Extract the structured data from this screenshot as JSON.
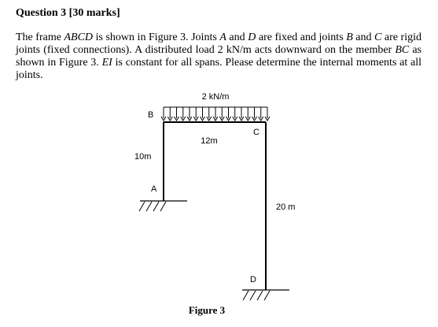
{
  "question": {
    "heading": "Question 3 [30 marks]",
    "text_parts": [
      {
        "t": "The frame ",
        "i": false
      },
      {
        "t": "ABCD",
        "i": true
      },
      {
        "t": " is shown in Figure 3. Joints ",
        "i": false
      },
      {
        "t": "A",
        "i": true
      },
      {
        "t": " and ",
        "i": false
      },
      {
        "t": "D",
        "i": true
      },
      {
        "t": " are fixed and joints ",
        "i": false
      },
      {
        "t": "B",
        "i": true
      },
      {
        "t": " and ",
        "i": false
      },
      {
        "t": "C",
        "i": true
      },
      {
        "t": " are rigid joints (fixed connections). A distributed load 2 kN/m acts downward on the member ",
        "i": false
      },
      {
        "t": "BC",
        "i": true
      },
      {
        "t": " as shown in Figure 3. ",
        "i": false
      },
      {
        "t": "EI",
        "i": true
      },
      {
        "t": " is constant for all spans. Please determine the internal moments at all joints.",
        "i": false
      }
    ]
  },
  "figure": {
    "load_label": "2 kN/m",
    "joint_b": "B",
    "joint_c": "C",
    "joint_a": "A",
    "joint_d": "D",
    "span_bc": "12m",
    "height_ab": "10m",
    "height_cd": "20 m",
    "caption": "Figure 3"
  }
}
